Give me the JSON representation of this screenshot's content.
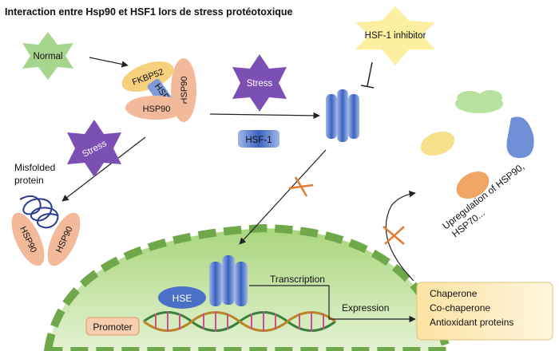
{
  "title": "Interaction entre Hsp90 et HSF1 lors de stress protéotoxique",
  "labels": {
    "normal": "Normal",
    "fkbp52": "FKBP52",
    "hsf1_complex": "HSF-1",
    "hsp90_a": "HSP90",
    "hsp90_b": "HSP90",
    "stress_left": "Stress",
    "stress_center": "Stress",
    "hsf1_free": "HSF-1",
    "hsf1_inhibitor": "HSF-1 inhibitor",
    "misfolded_line1": "Misfolded",
    "misfolded_line2": "protein",
    "hsp90_c": "HSP90",
    "hsp90_d": "HSP90",
    "hse": "HSE",
    "promoter": "Promoter",
    "transcription": "Transcription",
    "expression": "Expression",
    "upregulation_line1": "Upregulation of HSP90,",
    "upregulation_line2": "HSP70...",
    "products": [
      "Chaperone",
      "Co-chaperone",
      "Antioxidant proteins"
    ]
  },
  "colors": {
    "star_green": "#a6d58e",
    "star_purple": "#7c4fb5",
    "star_yellow": "#fcefa0",
    "fkbp52": "#f6d07c",
    "hsp90": "#f2b99a",
    "hsf1": "#5678c8",
    "inhibition_x": "#e47a2e",
    "cell": "#9ccf72",
    "product_box": "#fde8b3"
  }
}
